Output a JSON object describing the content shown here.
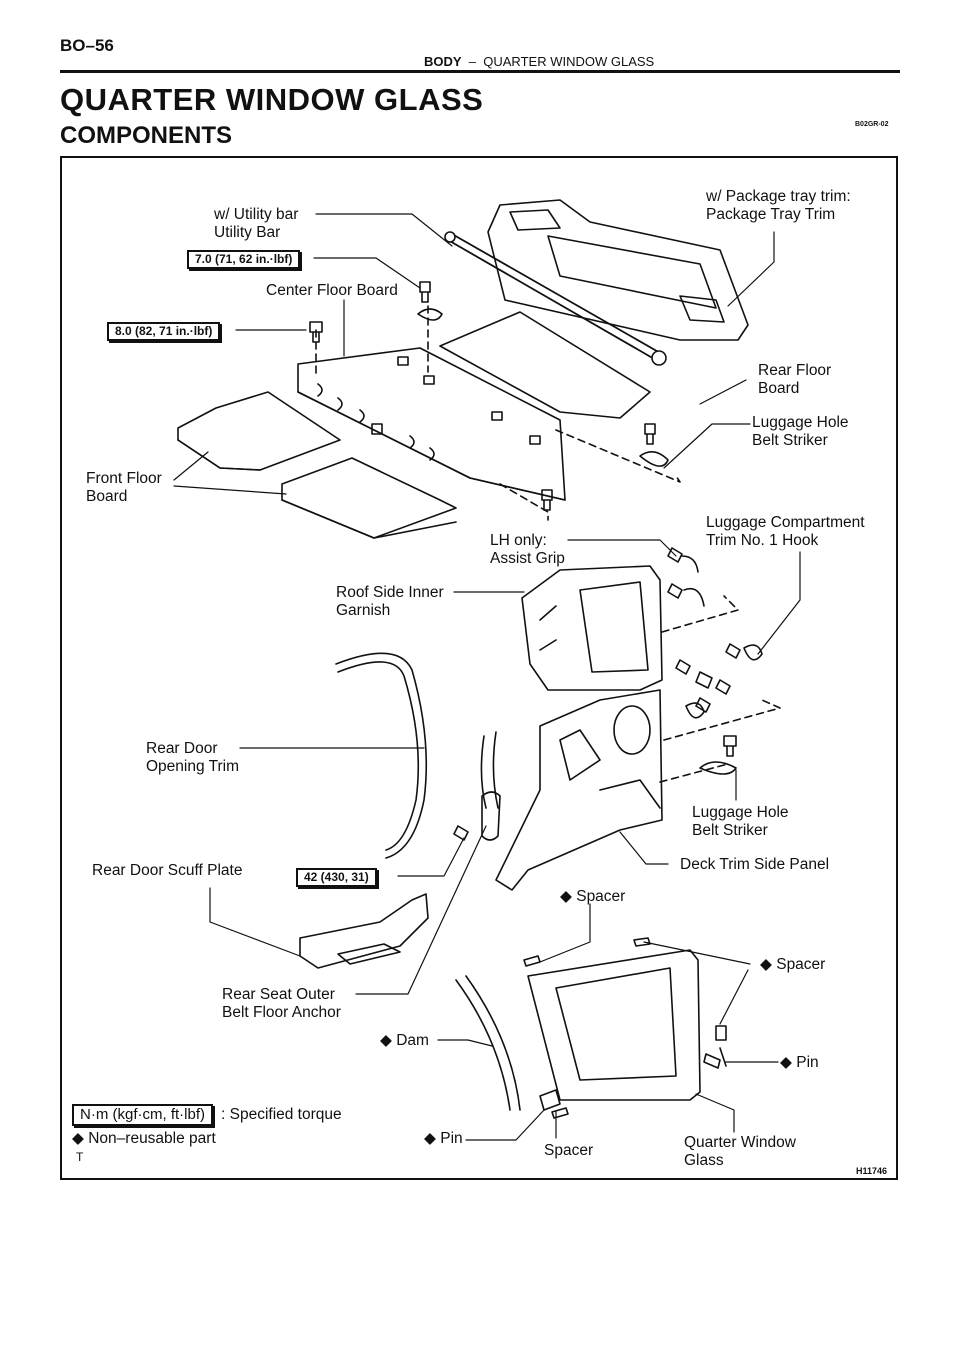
{
  "header": {
    "page_number": "BO–56",
    "section": "BODY",
    "separator": "–",
    "topic": "QUARTER WINDOW GLASS"
  },
  "title": "QUARTER WINDOW GLASS",
  "subtitle": "COMPONENTS",
  "doc_code": "B02GR-02",
  "figure_id": "H11746",
  "labels": {
    "utility_bar_cond": "w/ Utility bar",
    "utility_bar": "Utility Bar",
    "package_tray_cond": "w/ Package tray trim:",
    "package_tray": "Package Tray Trim",
    "center_floor_board": "Center Floor Board",
    "rear_floor_board_1": "Rear Floor",
    "rear_floor_board_2": "Board",
    "luggage_hole_1": "Luggage Hole",
    "luggage_hole_2": "Belt Striker",
    "front_floor_1": "Front Floor",
    "front_floor_2": "Board",
    "luggage_hook_1": "Luggage Compartment",
    "luggage_hook_2": "Trim No. 1 Hook",
    "assist_grip_cond": "LH only:",
    "assist_grip": "Assist Grip",
    "roof_garnish_1": "Roof Side Inner",
    "roof_garnish_2": "Garnish",
    "rear_door_trim_1": "Rear Door",
    "rear_door_trim_2": "Opening Trim",
    "luggage_hole_b_1": "Luggage Hole",
    "luggage_hole_b_2": "Belt Striker",
    "scuff_plate": "Rear Door Scuff Plate",
    "deck_trim": "Deck Trim Side Panel",
    "spacer_top": "◆ Spacer",
    "spacer_right": "◆ Spacer",
    "belt_anchor_1": "Rear Seat Outer",
    "belt_anchor_2": "Belt Floor Anchor",
    "dam": "◆ Dam",
    "pin_right": "◆ Pin",
    "pin_bottom": "◆ Pin",
    "spacer_bottom": "Spacer",
    "quarter_glass_1": "Quarter Window",
    "quarter_glass_2": "Glass"
  },
  "torques": {
    "t1": "7.0 (71, 62 in.·lbf)",
    "t2": "8.0 (82, 71 in.·lbf)",
    "t3": "42 (430, 31)"
  },
  "legend": {
    "unit_box": "N·m (kgf·cm, ft·lbf)",
    "unit_text": ": Specified torque",
    "nonreusable": "◆ Non–reusable part",
    "t_mark": "T"
  }
}
